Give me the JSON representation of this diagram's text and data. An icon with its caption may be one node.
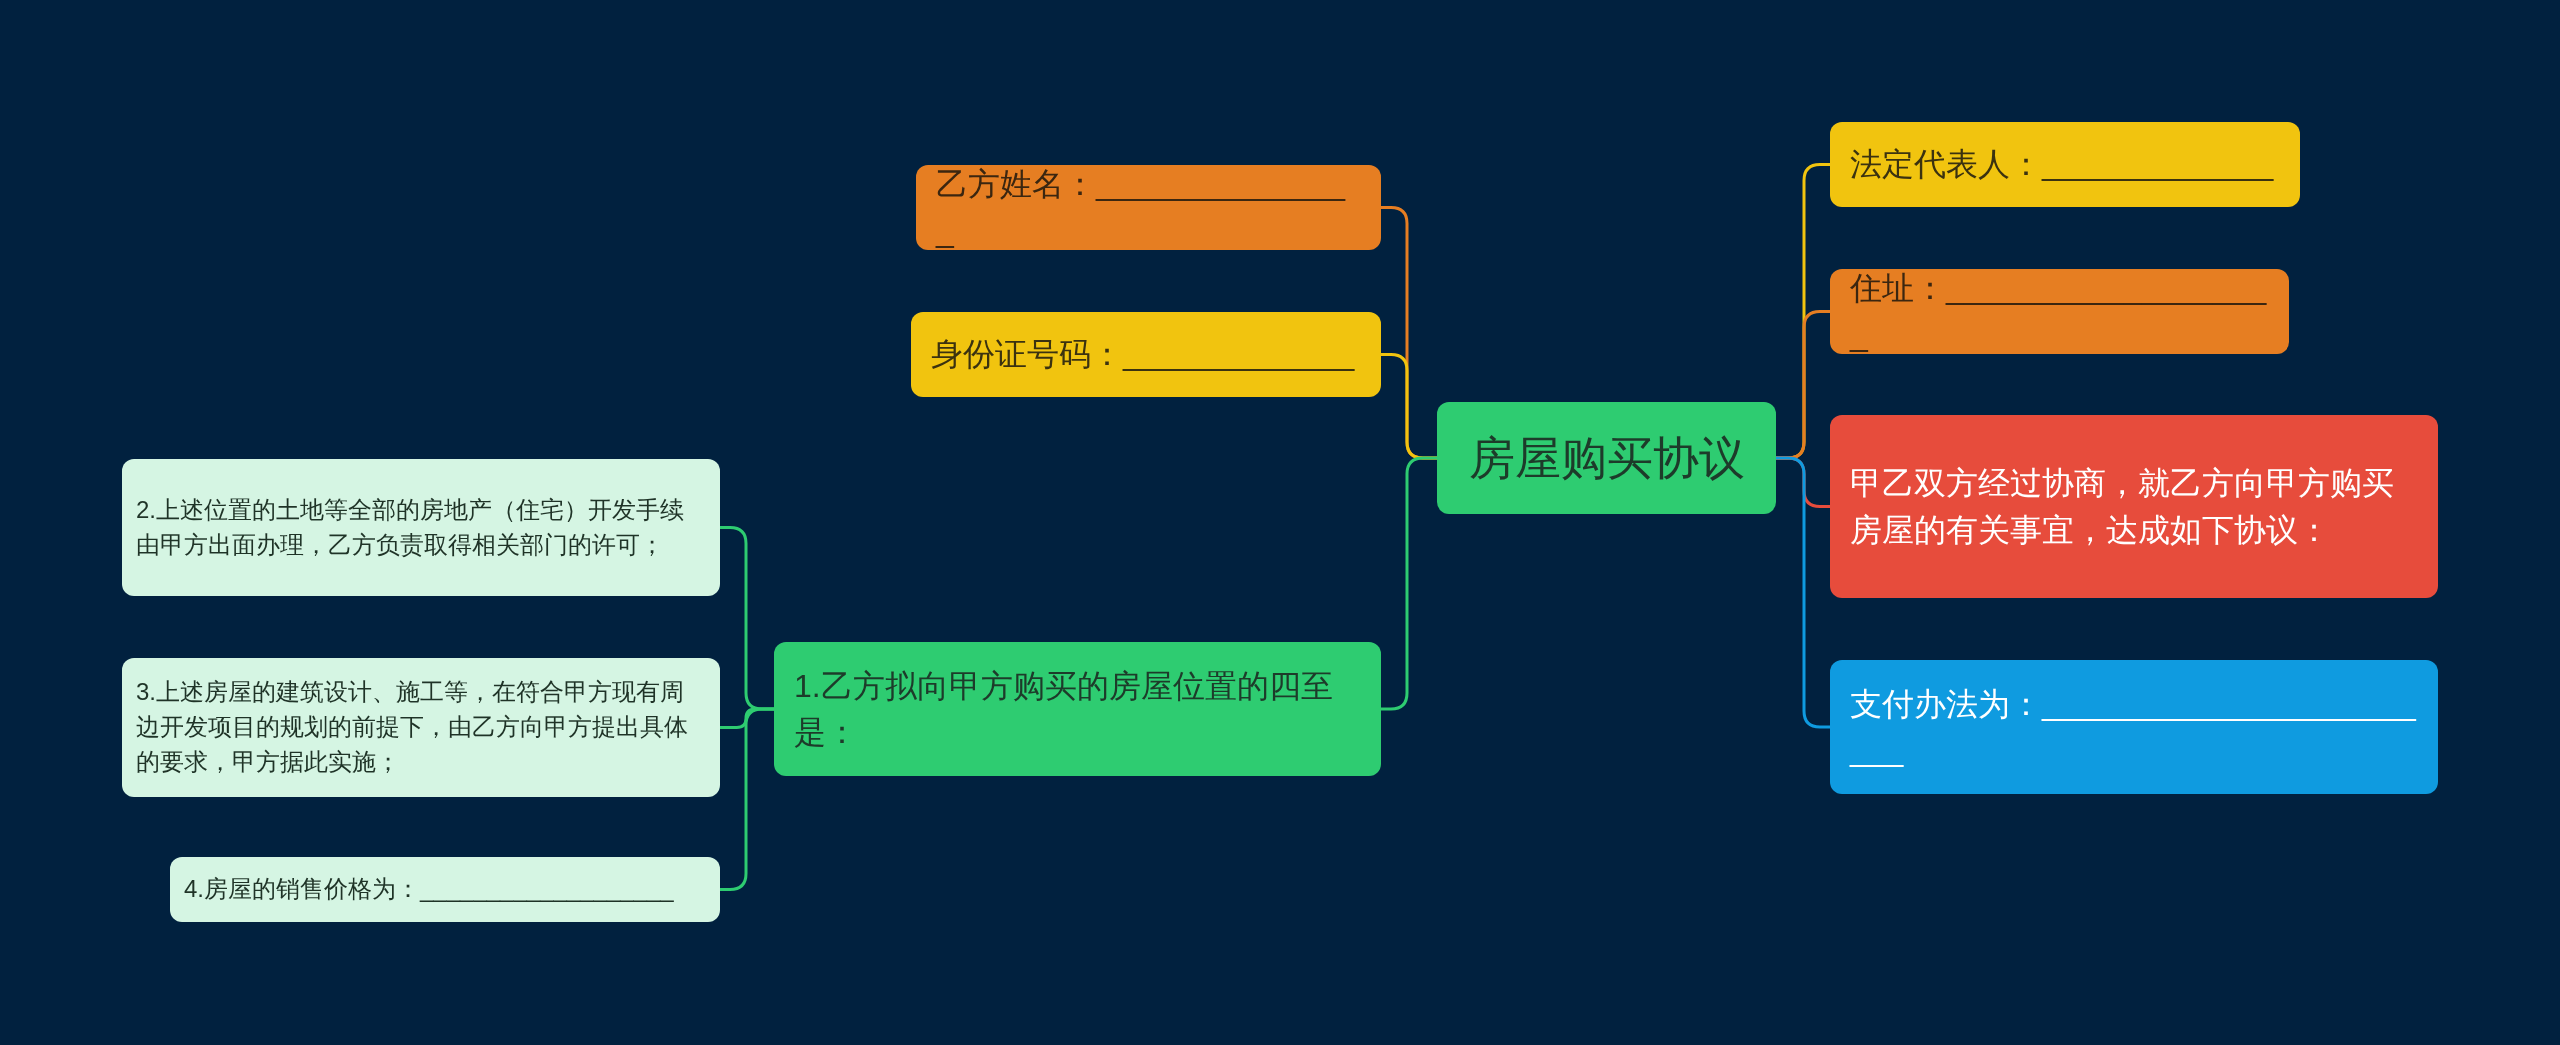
{
  "diagram": {
    "nodes": [
      {
        "text": [
          "房屋购买协议"
        ]
      },
      {
        "text": [
          "乙方姓名：_______________"
        ]
      },
      {
        "text": [
          "身份证号码：_____________"
        ]
      },
      {
        "text": [
          "1.乙方拟向甲方购买的房屋位置的四至是："
        ]
      },
      {
        "text": [
          "2.上述位置的土地等全部的房地产（住宅）开发手续由甲方出面办理，乙方负责取得相关部门的许可；"
        ]
      },
      {
        "text": [
          "3.上述房屋的建筑设计、施工等，在符合甲方现有周边开发项目的规划的前提下，由乙方向甲方提出具体的要求，甲方据此实施；"
        ]
      },
      {
        "text": [
          "4.房屋的销售价格为：___________________"
        ]
      },
      {
        "text": [
          "法定代表人：_____________"
        ]
      },
      {
        "text": [
          "住址：___________________"
        ]
      },
      {
        "text": [
          "甲乙双方经过协商，就乙方向甲方购买房屋的有关事宜，达成如下协议："
        ]
      },
      {
        "text": [
          "支付办法为：________________________"
        ]
      }
    ],
    "edges": [
      {
        "from": 0,
        "to": 1,
        "arrow": "none",
        "color": "#e67e22"
      },
      {
        "from": 0,
        "to": 2,
        "arrow": "none",
        "color": "#f1c40f"
      },
      {
        "from": 0,
        "to": 3,
        "arrow": "none"
      },
      {
        "from": 3,
        "to": 4,
        "arrow": "none"
      },
      {
        "from": 3,
        "to": 5,
        "arrow": "none"
      },
      {
        "from": 3,
        "to": 6,
        "arrow": "none"
      },
      {
        "from": 0,
        "to": 7,
        "arrow": "none",
        "color": "#f1c40f"
      },
      {
        "from": 0,
        "to": 8,
        "arrow": "none",
        "color": "#e67e22"
      },
      {
        "from": 0,
        "to": 9,
        "arrow": "none",
        "color": "#e74c3c"
      },
      {
        "from": 0,
        "to": 10,
        "arrow": "none",
        "color": "#0f9be0"
      }
    ]
  }
}
